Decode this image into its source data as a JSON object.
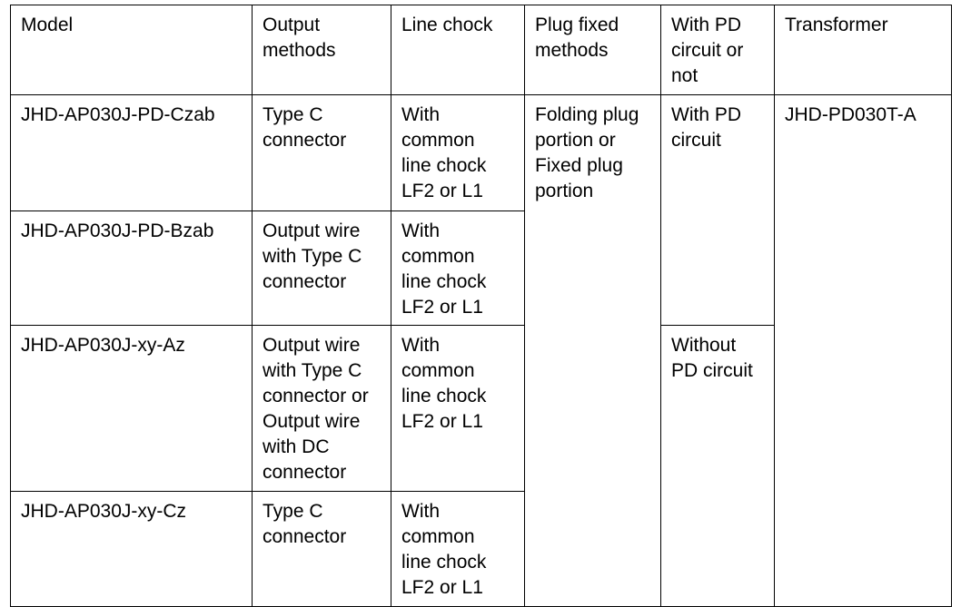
{
  "table": {
    "columns": [
      {
        "key": "model",
        "label": "Model"
      },
      {
        "key": "output",
        "label": "Output\nmethods"
      },
      {
        "key": "chock",
        "label": "Line chock"
      },
      {
        "key": "plug",
        "label": "Plug fixed\nmethods"
      },
      {
        "key": "pd",
        "label": "With PD\ncircuit or\nnot"
      },
      {
        "key": "transformer",
        "label": "Transformer"
      }
    ],
    "rows": [
      {
        "model": "JHD-AP030J-PD-Czab",
        "output": "Type C\nconnector",
        "chock": "With\ncommon\nline chock\nLF2 or L1"
      },
      {
        "model": "JHD-AP030J-PD-Bzab",
        "output": "Output wire\nwith Type C\nconnector",
        "chock": "With\ncommon\nline chock\nLF2 or L1"
      },
      {
        "model": "JHD-AP030J-xy-Az",
        "output": "Output wire\nwith Type C\nconnector or\nOutput wire\nwith DC\nconnector",
        "chock": "With\ncommon\nline chock\nLF2 or L1"
      },
      {
        "model": "JHD-AP030J-xy-Cz",
        "output": "Type C\nconnector",
        "chock": "With\ncommon\nline chock\nLF2 or L1"
      }
    ],
    "merged_cells": {
      "plug_fixed_methods": "Folding plug\nportion or\nFixed plug\nportion",
      "pd_with": "With PD\ncircuit",
      "pd_without": "Without\nPD circuit",
      "transformer": "JHD-PD030T-A"
    }
  },
  "colors": {
    "border": "#000000",
    "text": "#000000",
    "background": "#ffffff"
  }
}
